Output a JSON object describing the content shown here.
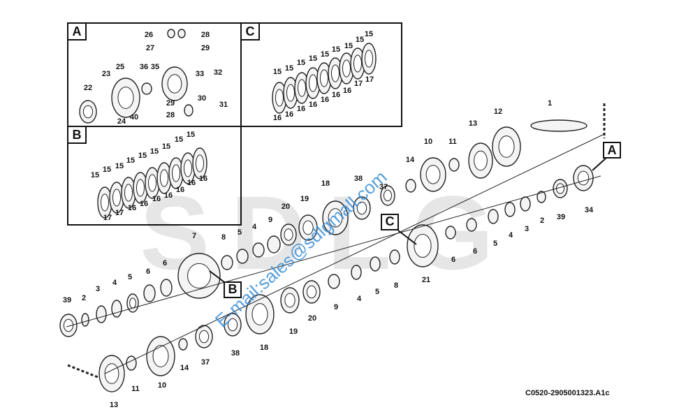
{
  "watermark_logo": "SDLG",
  "watermark_email": "E-mail:sales@sdlgmall.com",
  "drawing_code": "C0520-2905001323.A1c",
  "panels": {
    "a": "A",
    "b": "B",
    "c": "C"
  },
  "callouts": {
    "a": "A",
    "b": "B",
    "c": "C"
  },
  "labels_panel_a": [
    "26",
    "28",
    "27",
    "29",
    "32",
    "33",
    "36",
    "35",
    "25",
    "23",
    "22",
    "30",
    "31",
    "29",
    "28",
    "24",
    "40"
  ],
  "labels_panel_b": [
    "15",
    "15",
    "15",
    "15",
    "15",
    "15",
    "15",
    "15",
    "15",
    "17",
    "17",
    "16",
    "16",
    "16",
    "16",
    "16",
    "16",
    "16"
  ],
  "labels_panel_c": [
    "15",
    "15",
    "15",
    "15",
    "15",
    "15",
    "15",
    "15",
    "15",
    "16",
    "16",
    "16",
    "16",
    "16",
    "16",
    "16",
    "17",
    "17"
  ],
  "labels_main": [
    "1",
    "12",
    "13",
    "10",
    "11",
    "14",
    "18",
    "38",
    "37",
    "20",
    "19",
    "9",
    "4",
    "5",
    "8",
    "7",
    "34",
    "39",
    "2",
    "3",
    "4",
    "5",
    "6",
    "6",
    "21",
    "8",
    "5",
    "4",
    "9",
    "20",
    "19",
    "18",
    "38",
    "37",
    "14",
    "10",
    "11",
    "13",
    "39",
    "2",
    "3",
    "4",
    "5",
    "6",
    "6"
  ]
}
